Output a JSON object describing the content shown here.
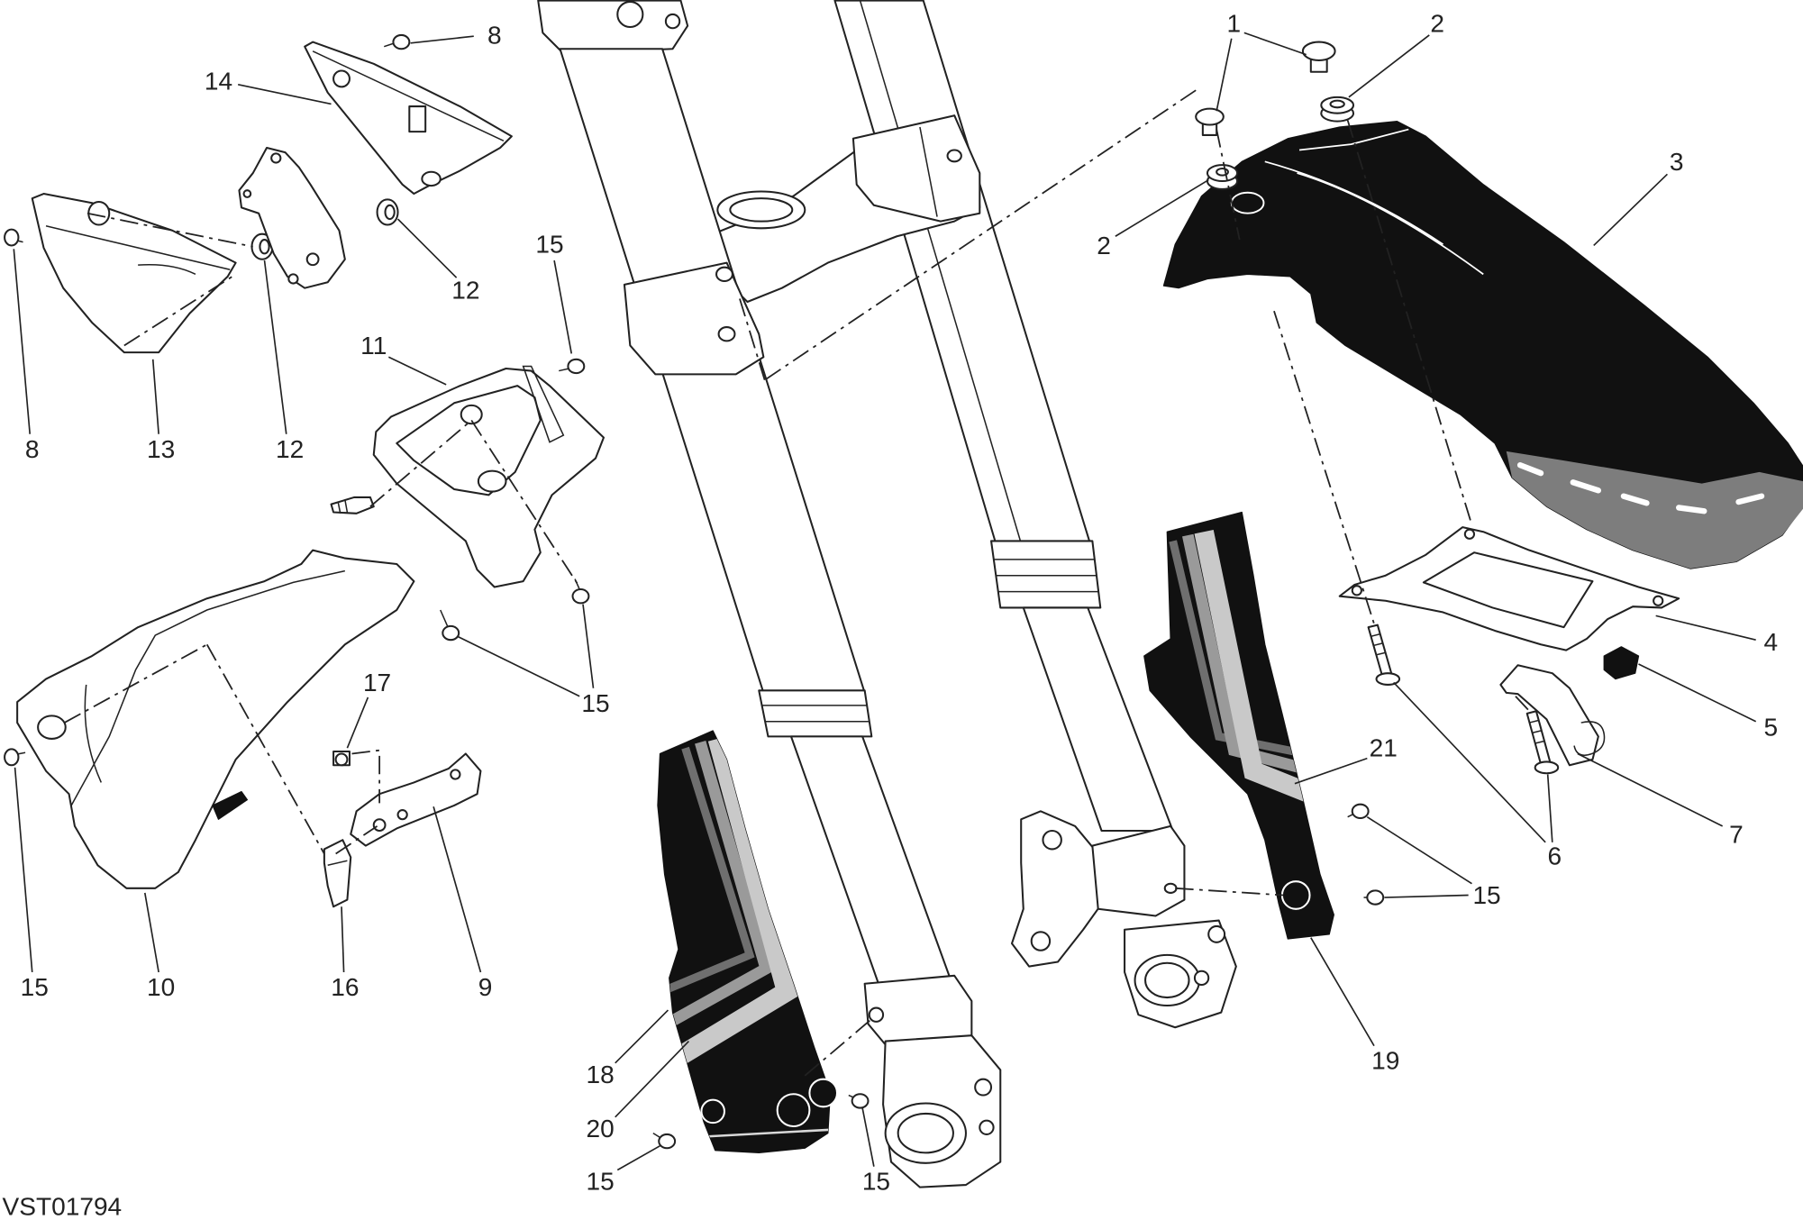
{
  "drawing_code": "VST01794",
  "callouts": [
    "8",
    "14",
    "1",
    "2",
    "3",
    "2",
    "15",
    "11",
    "12",
    "8",
    "13",
    "12",
    "17",
    "15",
    "4",
    "5",
    "21",
    "7",
    "6",
    "15",
    "15",
    "10",
    "16",
    "9",
    "19",
    "18",
    "20",
    "15",
    "15"
  ]
}
